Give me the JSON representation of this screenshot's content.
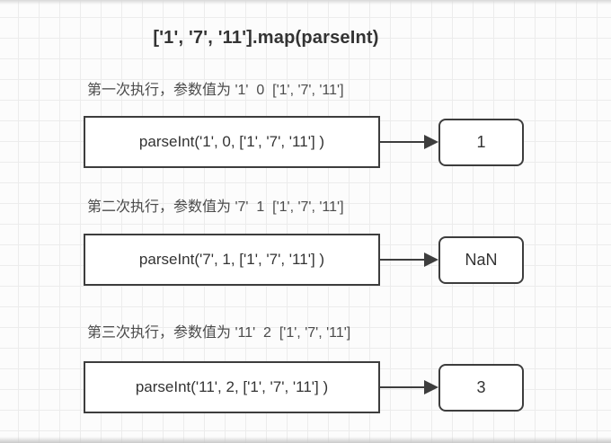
{
  "title": "['1', '7', '11'].map(parseInt)",
  "steps": [
    {
      "label": "第一次执行，参数值为 '1'  0  ['1', '7', '11']",
      "call": "parseInt('1', 0, ['1', '7', '11'] )",
      "result": "1"
    },
    {
      "label": "第二次执行，参数值为 '7'  1  ['1', '7', '11']",
      "call": "parseInt('7', 1, ['1', '7', '11'] )",
      "result": "NaN"
    },
    {
      "label": "第三次执行，参数值为 '11'  2  ['1', '7', '11']",
      "call": "parseInt('11', 2, ['1', '7', '11'] )",
      "result": "3"
    }
  ],
  "icons": {
    "flow_arrow": "arrow-right-icon"
  },
  "colors": {
    "box_border": "#3d3d3d",
    "box_background": "#ffffff",
    "text": "#333333",
    "label_text": "#4b4b4b",
    "grid_line": "#ececec",
    "page_background": "#fcfcfc"
  }
}
